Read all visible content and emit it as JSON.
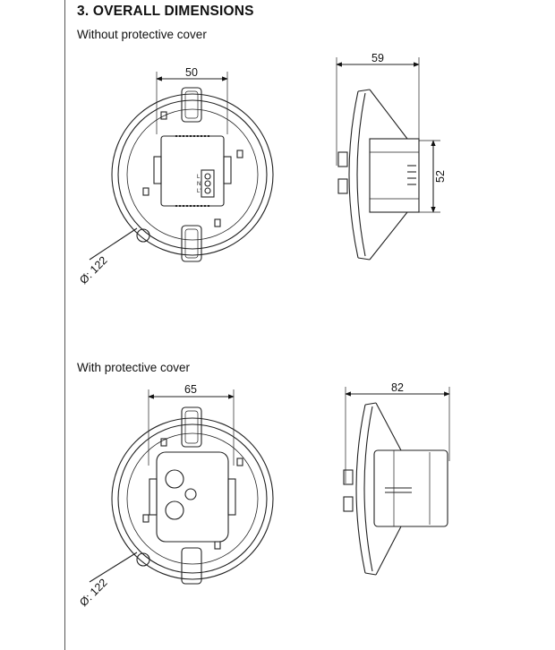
{
  "title": "3. OVERALL DIMENSIONS",
  "without_cover": {
    "label": "Without protective cover",
    "front_width": "50",
    "side_depth": "59",
    "side_height": "52",
    "diameter": "Ø: 122"
  },
  "with_cover": {
    "label": "With protective cover",
    "front_width": "65",
    "side_depth": "82",
    "diameter": "Ø: 122"
  },
  "terminal_marks": [
    "L",
    "N",
    "L'"
  ]
}
